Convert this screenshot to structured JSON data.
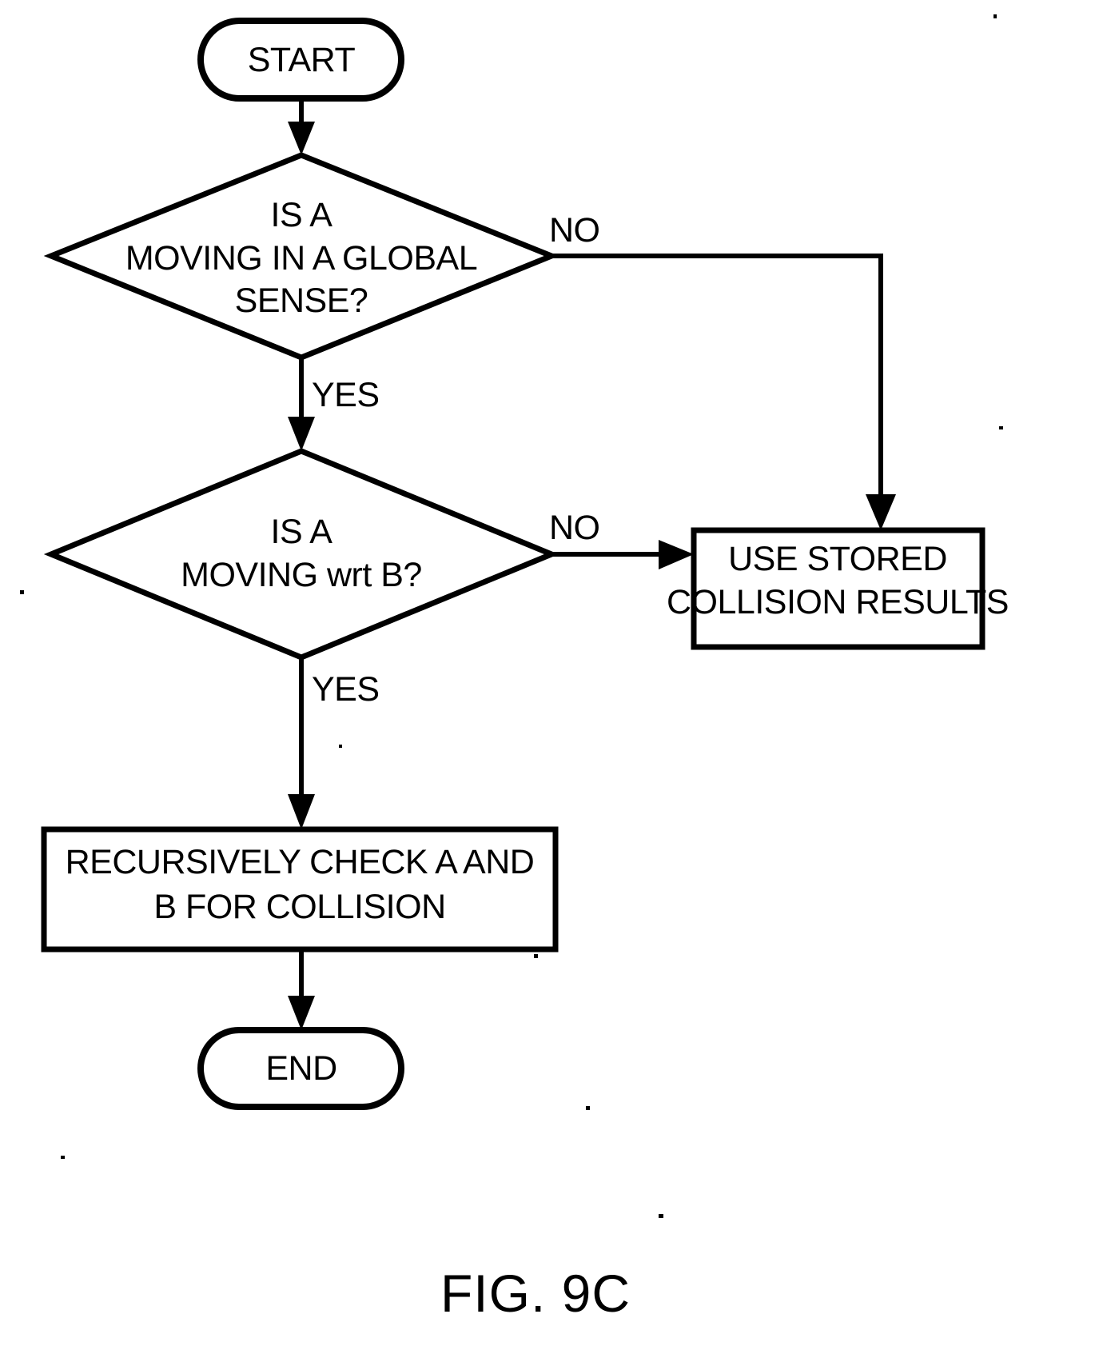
{
  "figure": {
    "caption": "FIG. 9C",
    "type": "flowchart"
  },
  "nodes": {
    "start": {
      "label": "START",
      "shape": "terminal"
    },
    "decision_global": {
      "line1": "IS A",
      "line2": "MOVING IN A GLOBAL",
      "line3": "SENSE?",
      "shape": "decision"
    },
    "decision_wrt_b": {
      "line1": "IS A",
      "line2": "MOVING wrt B?",
      "shape": "decision"
    },
    "use_stored": {
      "line1": "USE STORED",
      "line2": "COLLISION RESULTS",
      "shape": "process"
    },
    "recursive_check": {
      "line1": "RECURSIVELY CHECK A AND",
      "line2": "B FOR COLLISION",
      "shape": "process"
    },
    "end": {
      "label": "END",
      "shape": "terminal"
    }
  },
  "edges": {
    "start_to_global": {
      "label": ""
    },
    "global_no": {
      "label": "NO"
    },
    "global_yes": {
      "label": "YES"
    },
    "wrt_b_no": {
      "label": "NO"
    },
    "wrt_b_yes": {
      "label": "YES"
    },
    "recursive_to_end": {
      "label": ""
    }
  },
  "colors": {
    "stroke": "#000000",
    "fill": "#ffffff",
    "background": "#ffffff"
  }
}
